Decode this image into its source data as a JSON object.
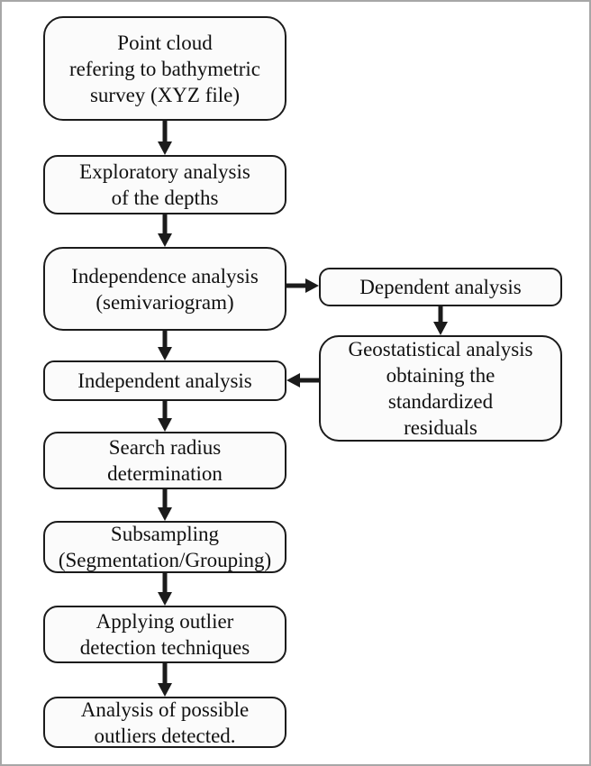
{
  "frame": {
    "border_color": "#a7a7a7",
    "background_color": "#ffffff"
  },
  "diagram": {
    "type": "flowchart",
    "node_fill_color": "#fbfbfb",
    "node_border_color": "#1b1b1b",
    "arrow_color": "#1b1b1b",
    "nodes": {
      "point_cloud": {
        "label": "Point cloud\nrefering to bathymetric\nsurvey (XYZ file)"
      },
      "exploratory": {
        "label": "Exploratory analysis\nof the depths"
      },
      "independence": {
        "label": "Independence analysis\n(semivariogram)"
      },
      "dependent": {
        "label": "Dependent analysis"
      },
      "geostatistical": {
        "label": "Geostatistical analysis\nobtaining the\nstandardized\nresiduals"
      },
      "independent": {
        "label": "Independent analysis"
      },
      "search_radius": {
        "label": "Search radius\ndetermination"
      },
      "subsampling": {
        "label": "Subsampling\n(Segmentation/Grouping)"
      },
      "applying_outlier": {
        "label": "Applying outlier\ndetection techniques"
      },
      "analysis_outliers": {
        "label": "Analysis of possible\noutliers detected."
      }
    },
    "edges": [
      {
        "from": "point_cloud",
        "to": "exploratory",
        "direction": "down"
      },
      {
        "from": "exploratory",
        "to": "independence",
        "direction": "down"
      },
      {
        "from": "independence",
        "to": "dependent",
        "direction": "right"
      },
      {
        "from": "independence",
        "to": "independent",
        "direction": "down"
      },
      {
        "from": "dependent",
        "to": "geostatistical",
        "direction": "down"
      },
      {
        "from": "geostatistical",
        "to": "independent",
        "direction": "left"
      },
      {
        "from": "independent",
        "to": "search_radius",
        "direction": "down"
      },
      {
        "from": "search_radius",
        "to": "subsampling",
        "direction": "down"
      },
      {
        "from": "subsampling",
        "to": "applying_outlier",
        "direction": "down"
      },
      {
        "from": "applying_outlier",
        "to": "analysis_outliers",
        "direction": "down"
      }
    ]
  }
}
